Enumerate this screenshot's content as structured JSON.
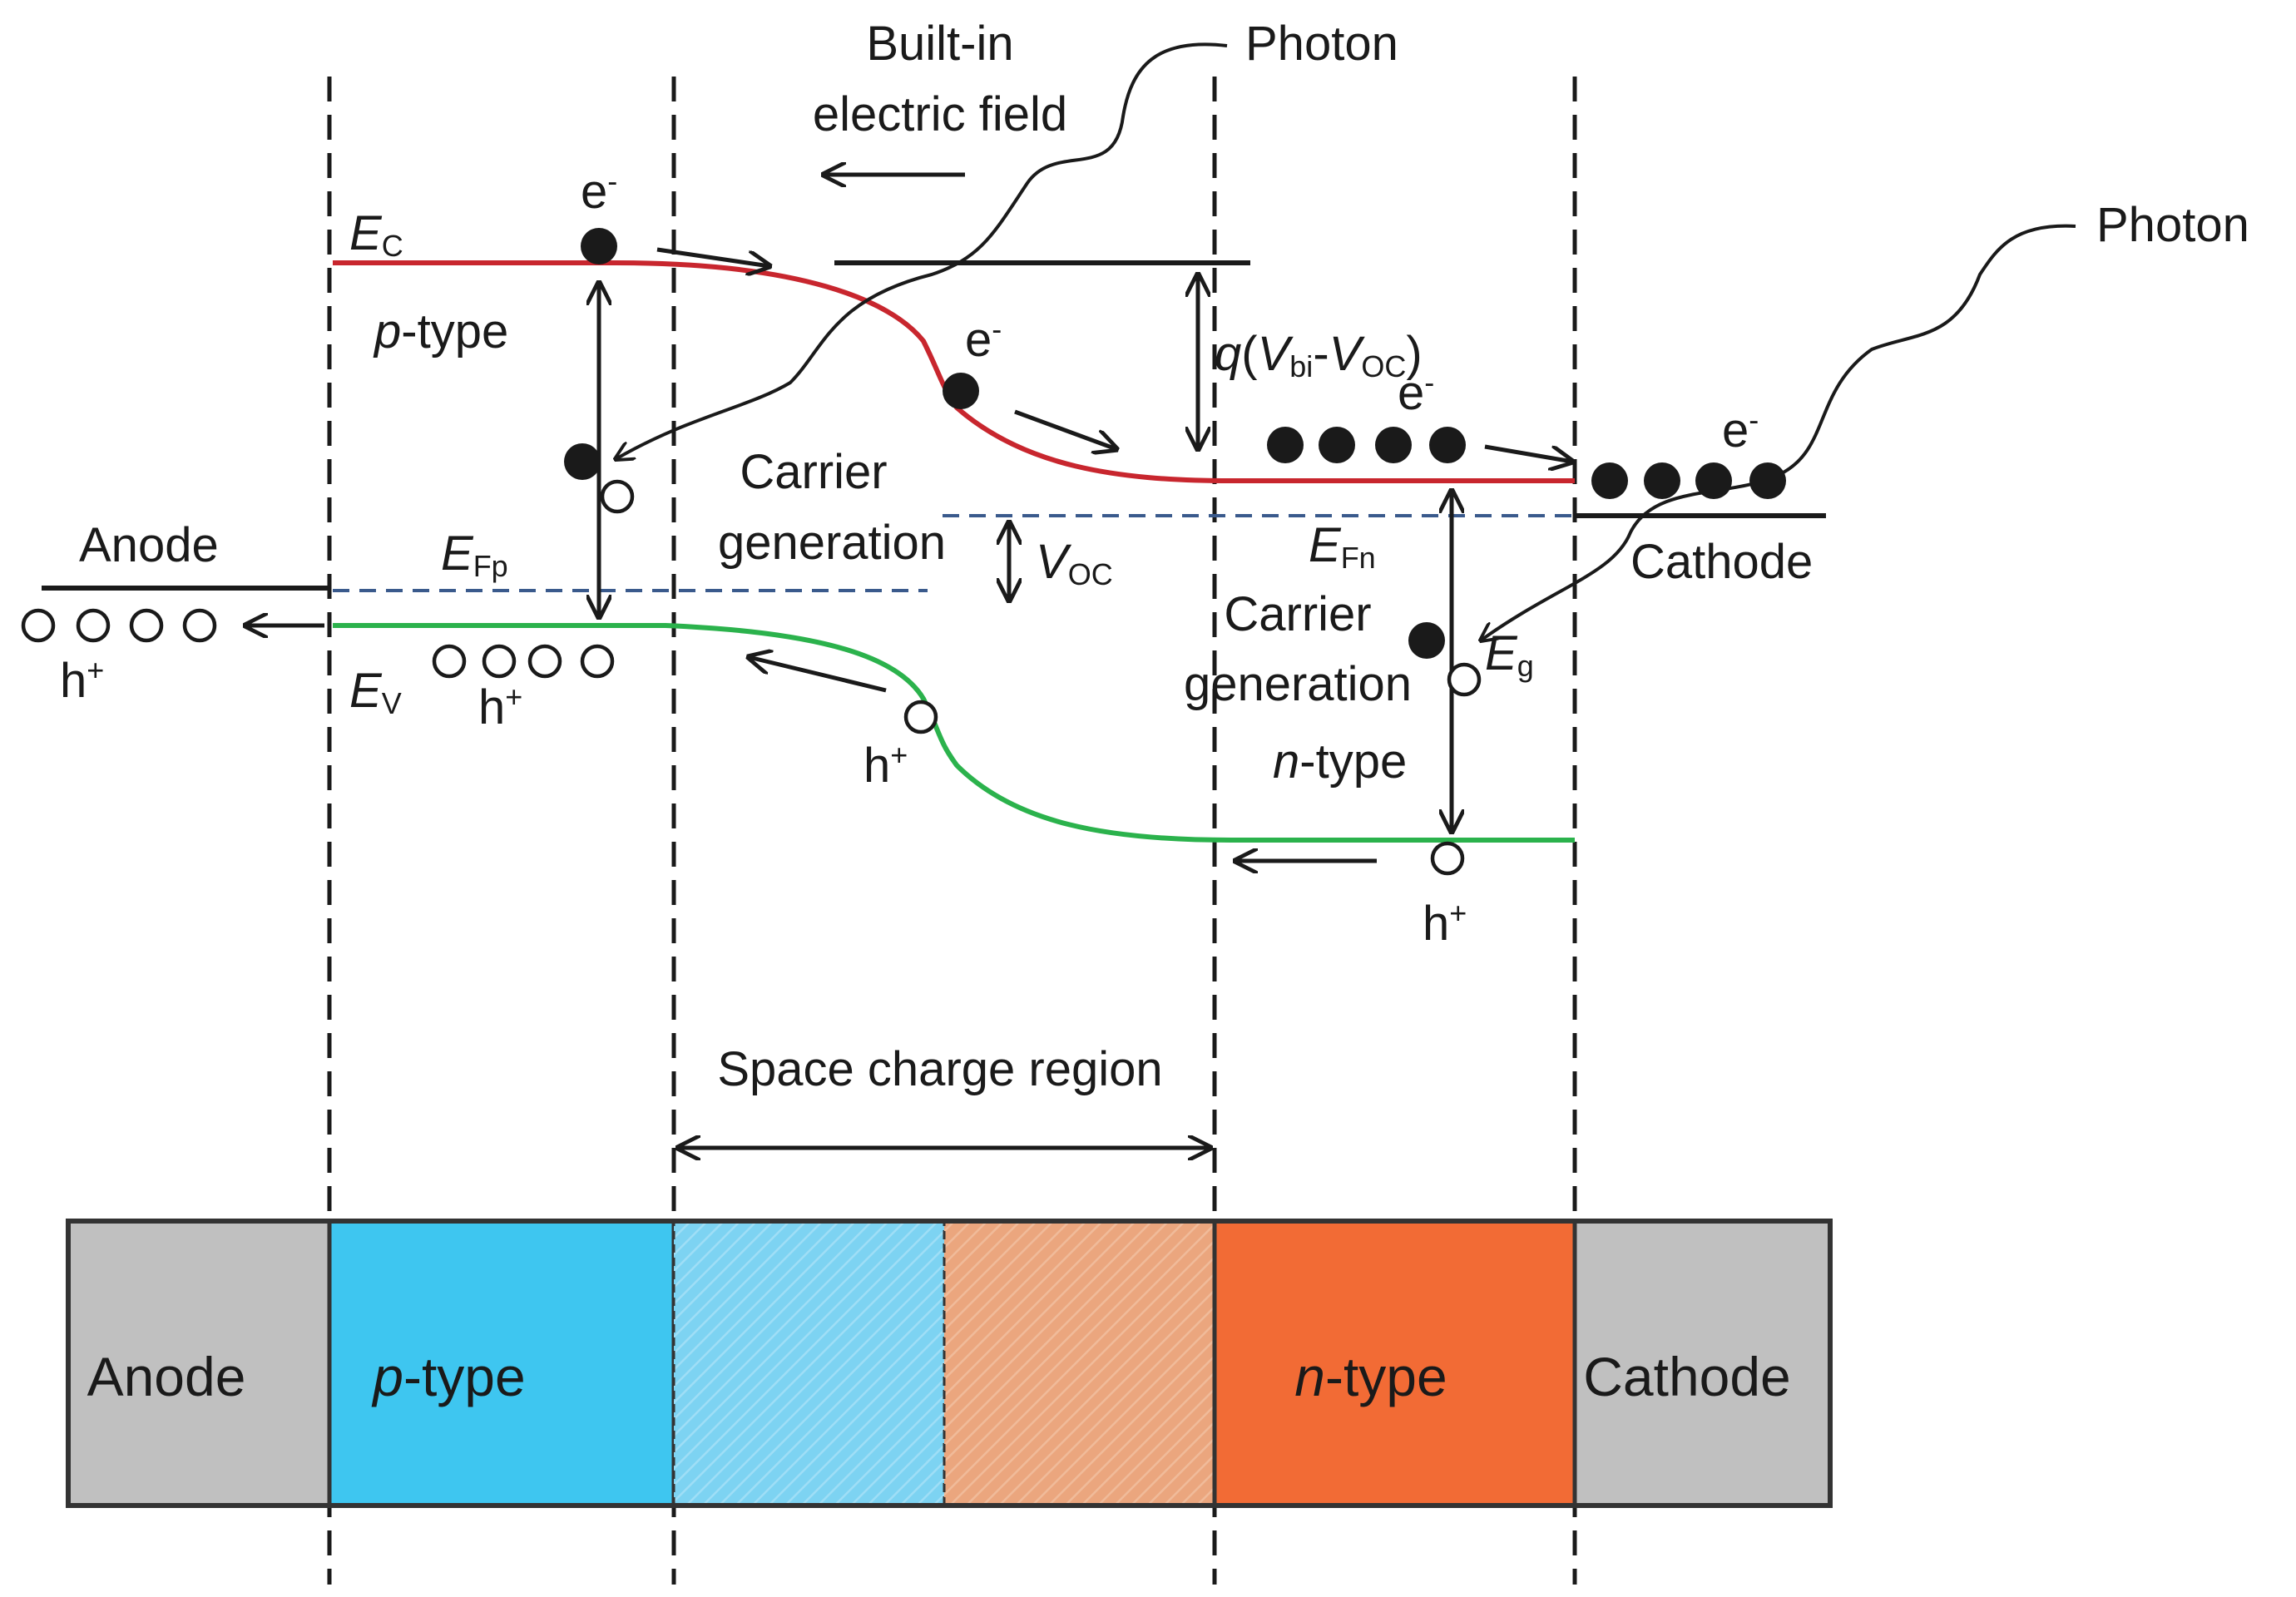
{
  "labels": {
    "photon_top": "Photon",
    "photon_right": "Photon",
    "builtin_line1": "Built-in",
    "builtin_line2": "electric field",
    "ec_E": "E",
    "ec_sub": "C",
    "ev_E": "E",
    "ev_sub": "V",
    "efp_E": "E",
    "efp_sub": "Fp",
    "efn_E": "E",
    "efn_sub": "Fn",
    "eg_E": "E",
    "eg_sub": "g",
    "p_type_p": "p",
    "p_type_rest": "-type",
    "n_type_n": "n",
    "n_type_rest": "-type",
    "anode": "Anode",
    "cathode": "Cathode",
    "carrier1_line1": "Carrier",
    "carrier1_line2": "generation",
    "carrier2_line1": "Carrier",
    "carrier2_line2": "generation",
    "voc_V": "V",
    "voc_sub": "OC",
    "qv_q": "q",
    "qv_open": "(",
    "qv_V1": "V",
    "qv_bi": "bi",
    "qv_dash": "-",
    "qv_V2": "V",
    "qv_oc": "OC",
    "qv_close": ")",
    "e_minus": "e",
    "minus": "-",
    "h_plus": "h",
    "plus": "+",
    "space_charge": "Space charge region"
  },
  "bar": {
    "anode": "Anode",
    "p_type_p": "p",
    "p_type_rest": "-type",
    "n_type_n": "n",
    "n_type_rest": "-type",
    "cathode": "Cathode"
  },
  "colors": {
    "conduction_band": "#c8262e",
    "valence_band": "#2bb24c",
    "fermi_level": "#3a5a8c",
    "electrode": "#c0c0c0",
    "p_region": "#3ec6f0",
    "p_depletion": "#7dd3f2",
    "n_depletion": "#eba67e",
    "n_region": "#f26b35"
  }
}
